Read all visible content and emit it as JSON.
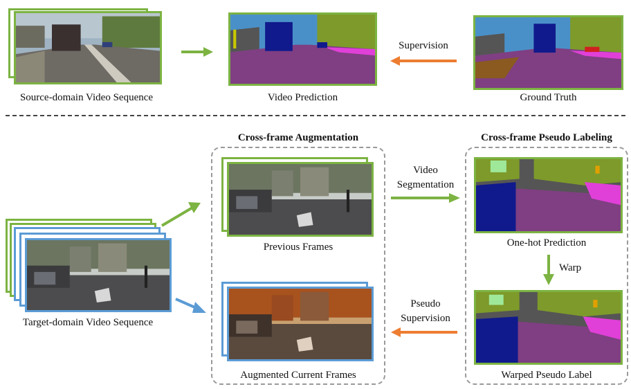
{
  "top": {
    "source_label": "Source-domain Video Sequence",
    "prediction_label": "Video Prediction",
    "supervision_label": "Supervision",
    "ground_truth_label": "Ground Truth"
  },
  "bottom": {
    "target_label": "Target-domain Video Sequence",
    "augmentation_title": "Cross-frame Augmentation",
    "previous_frames_label": "Previous Frames",
    "augmented_frames_label": "Augmented Current Frames",
    "video_seg_line1": "Video",
    "video_seg_line2": "Segmentation",
    "pseudo_sup_line1": "Pseudo",
    "pseudo_sup_line2": "Supervision",
    "pseudo_labeling_title": "Cross-frame Pseudo Labeling",
    "onehot_label": "One-hot Prediction",
    "warp_label": "Warp",
    "warped_label": "Warped Pseudo Label"
  },
  "colors": {
    "green": "#7cb342",
    "blue": "#5b9bd5",
    "orange": "#ed7d31",
    "seg_road": "#7f3f82",
    "seg_car": "#101a8c",
    "seg_veg": "#7e9a2a",
    "seg_sky": "#4a90c8",
    "seg_building": "#555555",
    "seg_sidewalk": "#e040d8"
  }
}
